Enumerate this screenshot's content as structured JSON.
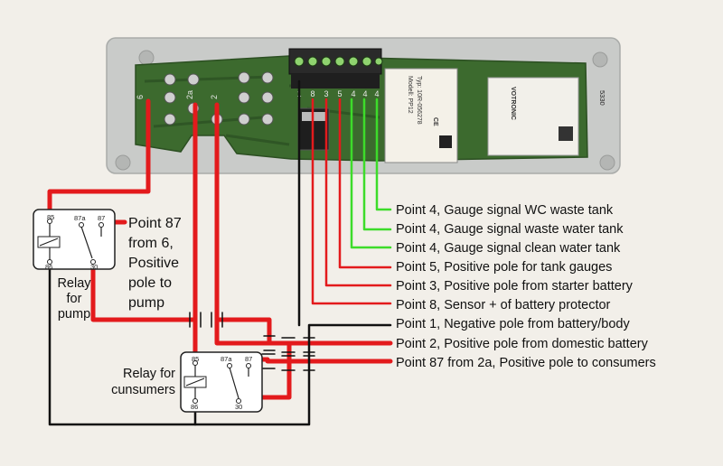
{
  "relay_pump": {
    "title_lines": [
      "Relay",
      "for",
      "pump"
    ],
    "pin_85": "85",
    "pin_87a": "87a",
    "pin_87": "87",
    "pin_86": "86",
    "pin_30": "30"
  },
  "relay_consumers": {
    "title_lines": [
      "Relay for",
      "cunsumers"
    ],
    "pin_85": "85",
    "pin_87a": "87a",
    "pin_87": "87",
    "pin_86": "86",
    "pin_30": "30"
  },
  "pump_note_lines": [
    "Point 87",
    "from 6,",
    "Positive",
    "pole to",
    "pump"
  ],
  "callouts": [
    "Point 4, Gauge signal WC waste tank",
    "Point 4, Gauge signal waste water tank",
    "Point 4, Gauge signal clean water tank",
    "Point 5, Positive pole for tank gauges",
    "Point 3, Positive pole from starter battery",
    "Point 8, Sensor + of battery protector",
    "Point 1, Negative pole from battery/body",
    "Point 2, Positive pole from domestic battery",
    "Point 87 from 2a, Positive pole to consumers"
  ],
  "board": {
    "terminal_labels": [
      "6",
      "2a",
      "2"
    ],
    "connector_labels": [
      "1",
      "8",
      "3",
      "5",
      "4",
      "4",
      "4"
    ],
    "brand": "VOTRONIC",
    "model_code": "5330",
    "ce_mark": "CE",
    "label_lines": [
      "Typ: 10R-056278",
      "Modell: PP12"
    ]
  },
  "colors": {
    "positive": "#e31a1c",
    "negative": "#111111",
    "signal": "#3ddc2a",
    "pcb": "#3c6a2e",
    "housing": "#c9cbc9"
  }
}
